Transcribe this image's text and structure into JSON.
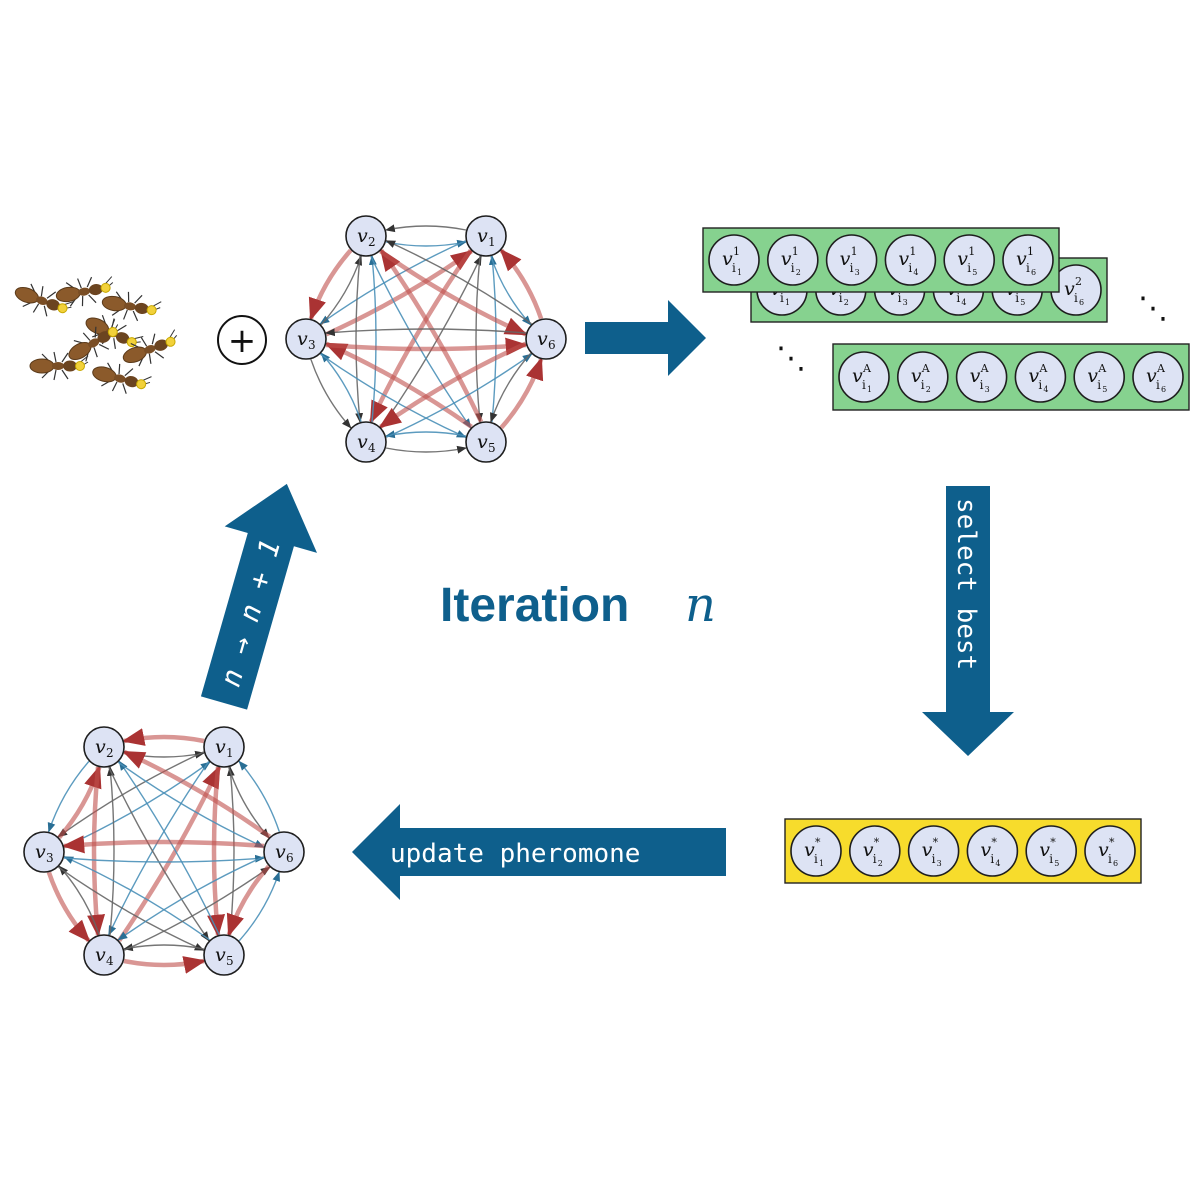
{
  "title": {
    "word": "Iteration",
    "variable": "n"
  },
  "plus_symbol": "+",
  "ellipsis": "⋱",
  "arrows": {
    "select_best": "select best",
    "update_pheromone": "update pheromone",
    "iterate": "n → n + 1"
  },
  "graph_nodes": [
    {
      "label": "v",
      "sub": "1"
    },
    {
      "label": "v",
      "sub": "2"
    },
    {
      "label": "v",
      "sub": "3"
    },
    {
      "label": "v",
      "sub": "4"
    },
    {
      "label": "v",
      "sub": "5"
    },
    {
      "label": "v",
      "sub": "6"
    }
  ],
  "solution_rows": [
    {
      "superscript": "1",
      "indices": [
        "1",
        "2",
        "3",
        "4",
        "5",
        "6"
      ]
    },
    {
      "superscript": "2",
      "indices": [
        "1",
        "2",
        "3",
        "4",
        "5",
        "6"
      ]
    },
    {
      "superscript": "A",
      "indices": [
        "1",
        "2",
        "3",
        "4",
        "5",
        "6"
      ]
    }
  ],
  "best_row": {
    "superscript": "*",
    "indices": [
      "1",
      "2",
      "3",
      "4",
      "5",
      "6"
    ]
  },
  "colors": {
    "arrow": "#0e5f8c",
    "node_fill": "#dde3f4",
    "solution_box": "#86d28f",
    "best_box": "#f7dc2c",
    "edge_red": "#c0504d",
    "edge_blue": "#4a90b8",
    "edge_gray": "#666666"
  }
}
